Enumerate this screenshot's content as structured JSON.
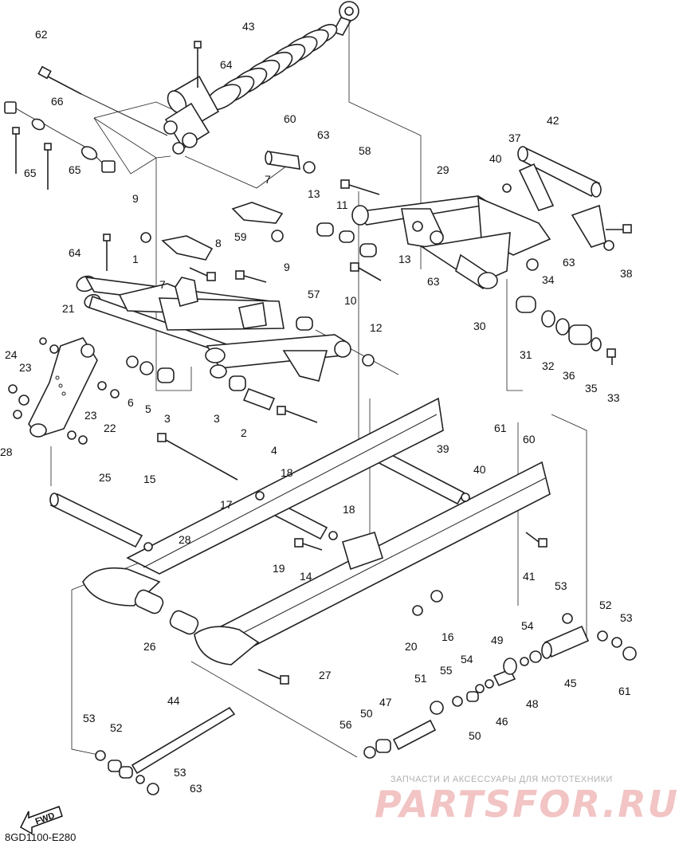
{
  "diagram": {
    "code": "8GD1100-E280",
    "fwd_label": "FWD",
    "watermark_tagline": "ЗАПЧАСТИ И АКСЕССУАРЫ ДЛЯ МОТОТЕХНИКИ",
    "watermark_brand": "PARTSFOR.RU"
  },
  "callouts": [
    {
      "id": "c62",
      "text": "62"
    },
    {
      "id": "c43",
      "text": "43"
    },
    {
      "id": "c64a",
      "text": "64"
    },
    {
      "id": "c66",
      "text": "66"
    },
    {
      "id": "c65a",
      "text": "65"
    },
    {
      "id": "c65b",
      "text": "65"
    },
    {
      "id": "c60a",
      "text": "60"
    },
    {
      "id": "c63a",
      "text": "63"
    },
    {
      "id": "c58",
      "text": "58"
    },
    {
      "id": "c42",
      "text": "42"
    },
    {
      "id": "c37",
      "text": "37"
    },
    {
      "id": "c40a",
      "text": "40"
    },
    {
      "id": "c29",
      "text": "29"
    },
    {
      "id": "c13a",
      "text": "13"
    },
    {
      "id": "c11",
      "text": "11"
    },
    {
      "id": "c9a",
      "text": "9"
    },
    {
      "id": "c7a",
      "text": "7"
    },
    {
      "id": "c59",
      "text": "59"
    },
    {
      "id": "c8",
      "text": "8"
    },
    {
      "id": "c9b",
      "text": "9"
    },
    {
      "id": "c64b",
      "text": "64"
    },
    {
      "id": "c1",
      "text": "1"
    },
    {
      "id": "c7b",
      "text": "7"
    },
    {
      "id": "c13b",
      "text": "13"
    },
    {
      "id": "c63b",
      "text": "63"
    },
    {
      "id": "c63c",
      "text": "63"
    },
    {
      "id": "c38",
      "text": "38"
    },
    {
      "id": "c34",
      "text": "34"
    },
    {
      "id": "c10",
      "text": "10"
    },
    {
      "id": "c57",
      "text": "57"
    },
    {
      "id": "c30",
      "text": "30"
    },
    {
      "id": "c21",
      "text": "21"
    },
    {
      "id": "c24",
      "text": "24"
    },
    {
      "id": "c23a",
      "text": "23"
    },
    {
      "id": "c12",
      "text": "12"
    },
    {
      "id": "c31",
      "text": "31"
    },
    {
      "id": "c32",
      "text": "32"
    },
    {
      "id": "c36",
      "text": "36"
    },
    {
      "id": "c35",
      "text": "35"
    },
    {
      "id": "c33",
      "text": "33"
    },
    {
      "id": "c6",
      "text": "6"
    },
    {
      "id": "c5",
      "text": "5"
    },
    {
      "id": "c3a",
      "text": "3"
    },
    {
      "id": "c3b",
      "text": "3"
    },
    {
      "id": "c2",
      "text": "2"
    },
    {
      "id": "c4",
      "text": "4"
    },
    {
      "id": "c23b",
      "text": "23"
    },
    {
      "id": "c22",
      "text": "22"
    },
    {
      "id": "c28a",
      "text": "28"
    },
    {
      "id": "c61a",
      "text": "61"
    },
    {
      "id": "c60b",
      "text": "60"
    },
    {
      "id": "c15",
      "text": "15"
    },
    {
      "id": "c39",
      "text": "39"
    },
    {
      "id": "c40b",
      "text": "40"
    },
    {
      "id": "c25",
      "text": "25"
    },
    {
      "id": "c18a",
      "text": "18"
    },
    {
      "id": "c17",
      "text": "17"
    },
    {
      "id": "c18b",
      "text": "18"
    },
    {
      "id": "c28b",
      "text": "28"
    },
    {
      "id": "c19",
      "text": "19"
    },
    {
      "id": "c14",
      "text": "14"
    },
    {
      "id": "c41",
      "text": "41"
    },
    {
      "id": "c53a",
      "text": "53"
    },
    {
      "id": "c16",
      "text": "16"
    },
    {
      "id": "c20",
      "text": "20"
    },
    {
      "id": "c26",
      "text": "26"
    },
    {
      "id": "c52a",
      "text": "52"
    },
    {
      "id": "c53b",
      "text": "53"
    },
    {
      "id": "c54a",
      "text": "54"
    },
    {
      "id": "c49",
      "text": "49"
    },
    {
      "id": "c27",
      "text": "27"
    },
    {
      "id": "c55",
      "text": "55"
    },
    {
      "id": "c54b",
      "text": "54"
    },
    {
      "id": "c45",
      "text": "45"
    },
    {
      "id": "c61b",
      "text": "61"
    },
    {
      "id": "c51",
      "text": "51"
    },
    {
      "id": "c48",
      "text": "48"
    },
    {
      "id": "c46",
      "text": "46"
    },
    {
      "id": "c44",
      "text": "44"
    },
    {
      "id": "c47",
      "text": "47"
    },
    {
      "id": "c50a",
      "text": "50"
    },
    {
      "id": "c56",
      "text": "56"
    },
    {
      "id": "c50b",
      "text": "50"
    },
    {
      "id": "c53c",
      "text": "53"
    },
    {
      "id": "c52b",
      "text": "52"
    },
    {
      "id": "c53d",
      "text": "53"
    },
    {
      "id": "c63d",
      "text": "63"
    }
  ]
}
